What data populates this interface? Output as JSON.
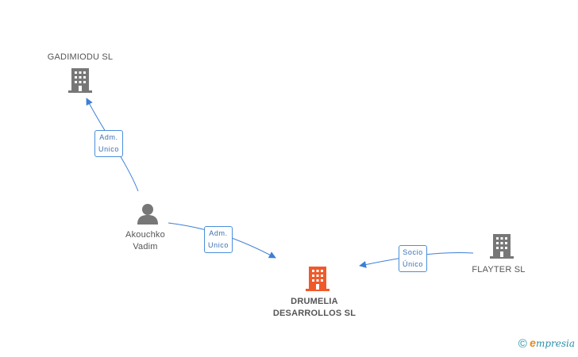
{
  "nodes": {
    "gadimiodu": {
      "label": "GADIMIODU SL",
      "type": "company",
      "color": "#777777"
    },
    "akouchko": {
      "line1": "Akouchko",
      "line2": "Vadim",
      "type": "person",
      "color": "#777777"
    },
    "drumelia": {
      "line1": "DRUMELIA",
      "line2": "DESARROLLOS SL",
      "type": "company",
      "color": "#ef5a2a"
    },
    "flayter": {
      "label": "FLAYTER SL",
      "type": "company",
      "color": "#777777"
    }
  },
  "edges": {
    "adm_gadimiodu": {
      "line1": "Adm.",
      "line2": "Unico"
    },
    "adm_drumelia": {
      "line1": "Adm.",
      "line2": "Unico"
    },
    "socio_drumelia": {
      "line1": "Socio",
      "line2": "Único"
    }
  },
  "colors": {
    "edge": "#3d7fd6",
    "edge_label_border": "#4a8fdc"
  },
  "brand": {
    "copyright": "©",
    "e": "e",
    "rest": "mpresia"
  }
}
